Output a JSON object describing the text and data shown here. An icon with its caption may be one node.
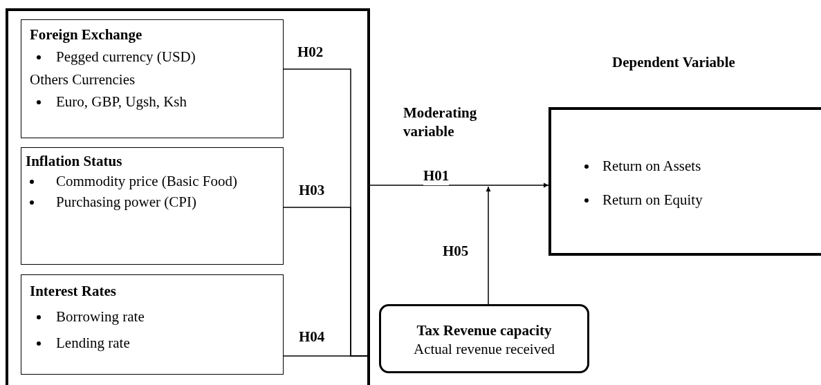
{
  "diagram": {
    "nodes": [
      {
        "text": [],
        "shape": "box"
      },
      {
        "text": [
          "Foreign Exchange",
          "Pegged currency (USD)",
          "Others Currencies",
          "Euro, GBP, Ugsh, Ksh"
        ],
        "in": 0
      },
      {
        "text": [
          "Inflation Status",
          "Commodity price (Basic Food)",
          "Purchasing power (CPI)"
        ],
        "in": 0
      },
      {
        "text": [
          "Interest Rates",
          "Borrowing rate",
          "Lending rate"
        ],
        "in": 0
      },
      {
        "text": [
          "Dependent Variable",
          "Return on Assets",
          "Return on Equity"
        ]
      },
      {
        "text": [
          "Tax Revenue capacity",
          "Actual revenue received"
        ]
      }
    ],
    "edges": [
      {
        "from": 1,
        "to": 0,
        "arrow": "none",
        "label": "H02"
      },
      {
        "from": 2,
        "to": 0,
        "arrow": "none",
        "label": "H03"
      },
      {
        "from": 3,
        "to": 0,
        "arrow": "none",
        "label": "H04"
      },
      {
        "from": 0,
        "to": 4,
        "arrow": "to",
        "label": "H01"
      },
      {
        "from": 5,
        "to": null,
        "arrow": "to",
        "label": "H05"
      }
    ],
    "labels": [
      "Moderating variable"
    ]
  }
}
